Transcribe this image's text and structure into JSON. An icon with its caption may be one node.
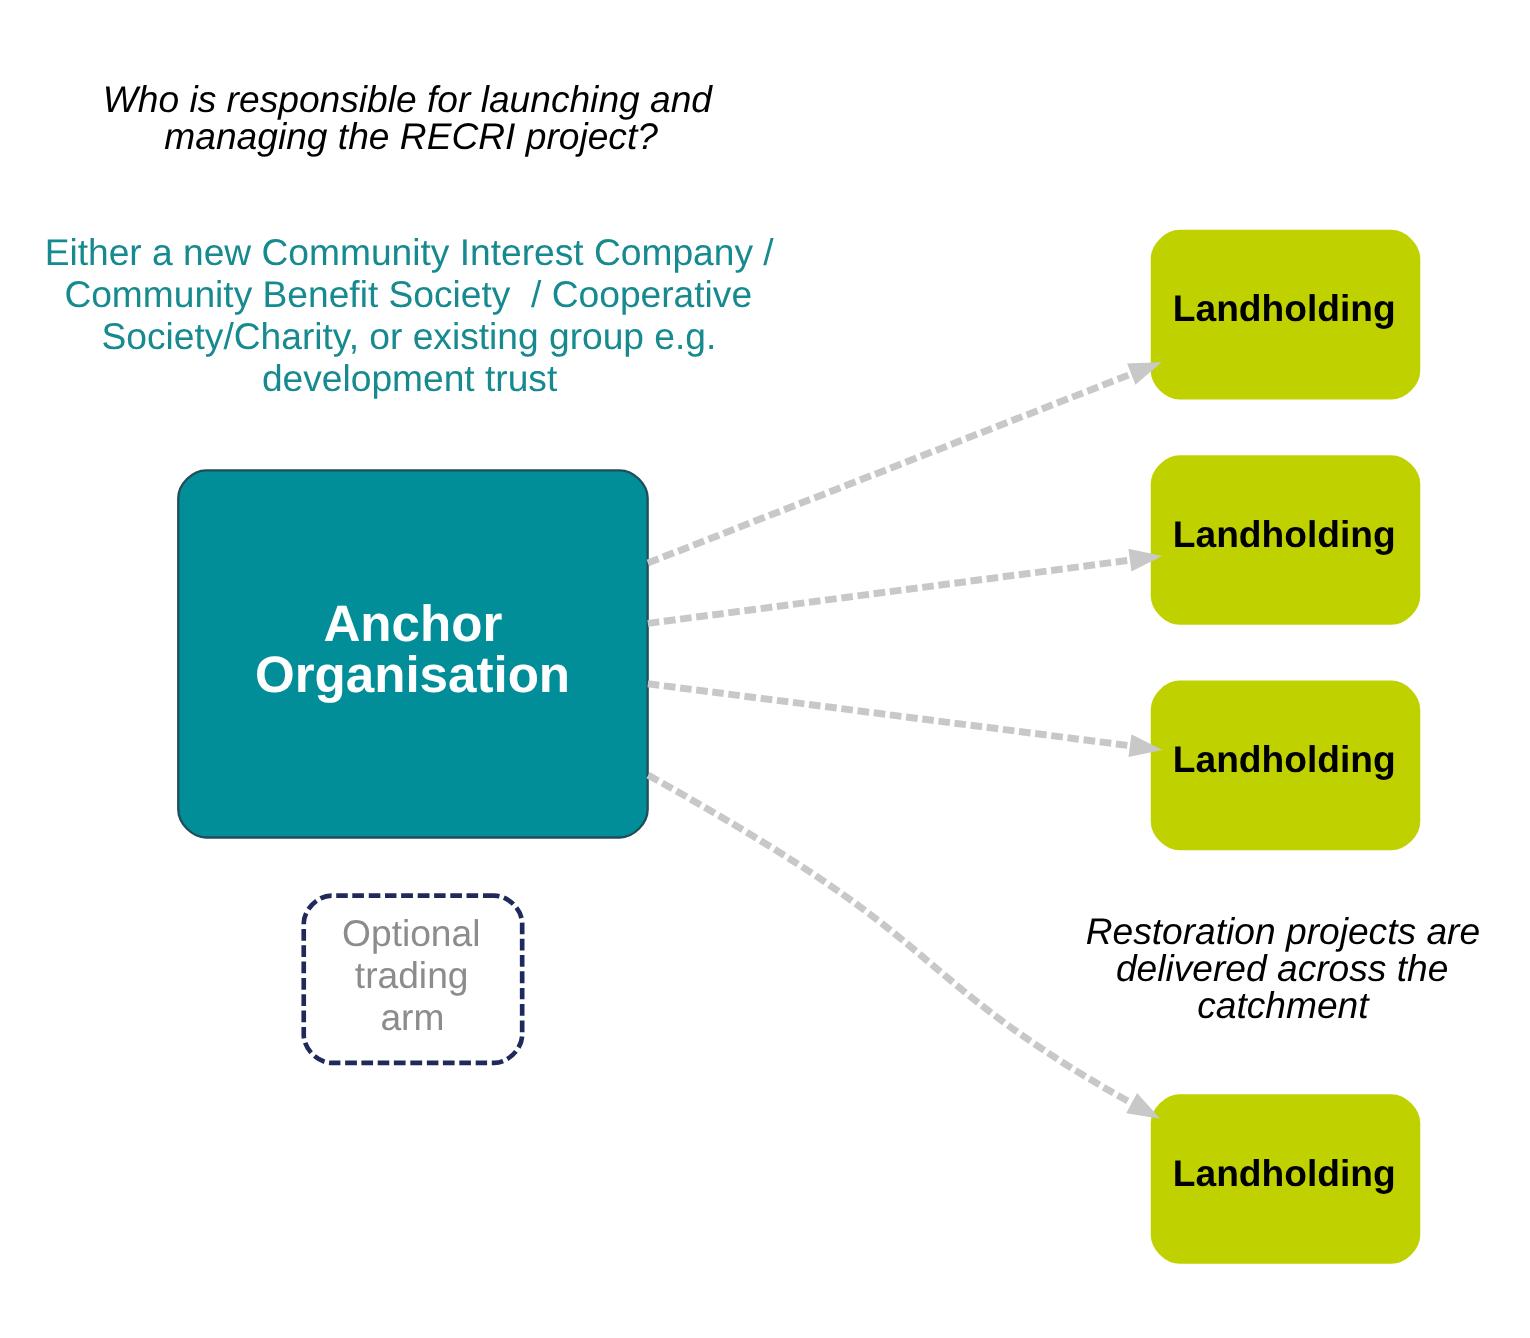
{
  "diagram": {
    "nodes": [
      {
        "text": [
          "Anchor Organisation"
        ],
        "beside": [
          "Either a new Community Interest Company / Community Benefit Society  / Cooperative Society/Charity, or existing group e.g. development trust"
        ]
      },
      {
        "text": [
          "Landholding"
        ]
      },
      {
        "text": [
          "Landholding"
        ]
      },
      {
        "text": [
          "Landholding"
        ]
      },
      {
        "text": [
          "Landholding"
        ]
      },
      {
        "text": [
          "Optional trading arm"
        ]
      }
    ],
    "edges": [
      {
        "from": 0,
        "to": 1,
        "arrow": "to",
        "style": "dashed"
      },
      {
        "from": 0,
        "to": 2,
        "arrow": "to",
        "style": "dashed"
      },
      {
        "from": 0,
        "to": 3,
        "arrow": "to",
        "style": "dashed"
      },
      {
        "from": 0,
        "to": 4,
        "arrow": "to",
        "style": "dashed"
      }
    ],
    "labels": [
      "Who is responsible for launching and managing the RECRI project?",
      "Restoration projects are delivered across the catchment"
    ]
  }
}
